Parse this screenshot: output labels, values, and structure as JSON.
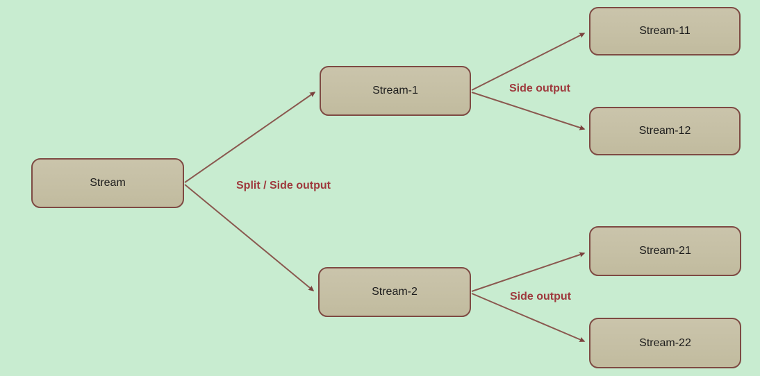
{
  "diagram": {
    "type": "flowchart",
    "direction": "left-to-right",
    "colors": {
      "background": "#c8ecd0",
      "node_fill": "#c6c0a5",
      "node_border": "#7e4a43",
      "node_text": "#1d1d1d",
      "arrow": "#8a584f",
      "arrowhead": "#7a403c",
      "edge_label_text": "#9e393d"
    },
    "nodes": [
      {
        "id": "stream",
        "label": "Stream"
      },
      {
        "id": "stream-1",
        "label": "Stream-1"
      },
      {
        "id": "stream-2",
        "label": "Stream-2"
      },
      {
        "id": "stream-11",
        "label": "Stream-11"
      },
      {
        "id": "stream-12",
        "label": "Stream-12"
      },
      {
        "id": "stream-21",
        "label": "Stream-21"
      },
      {
        "id": "stream-22",
        "label": "Stream-22"
      }
    ],
    "edges": [
      {
        "from": "stream",
        "to": "stream-1",
        "label": "Split / Side output"
      },
      {
        "from": "stream",
        "to": "stream-2",
        "label": "Split / Side output"
      },
      {
        "from": "stream-1",
        "to": "stream-11",
        "label": "Side output"
      },
      {
        "from": "stream-1",
        "to": "stream-12",
        "label": "Side output"
      },
      {
        "from": "stream-2",
        "to": "stream-21",
        "label": "Side output"
      },
      {
        "from": "stream-2",
        "to": "stream-22",
        "label": "Side output"
      }
    ],
    "edge_labels": {
      "split": "Split / Side output",
      "side_top": "Side output",
      "side_bottom": "Side output"
    }
  }
}
